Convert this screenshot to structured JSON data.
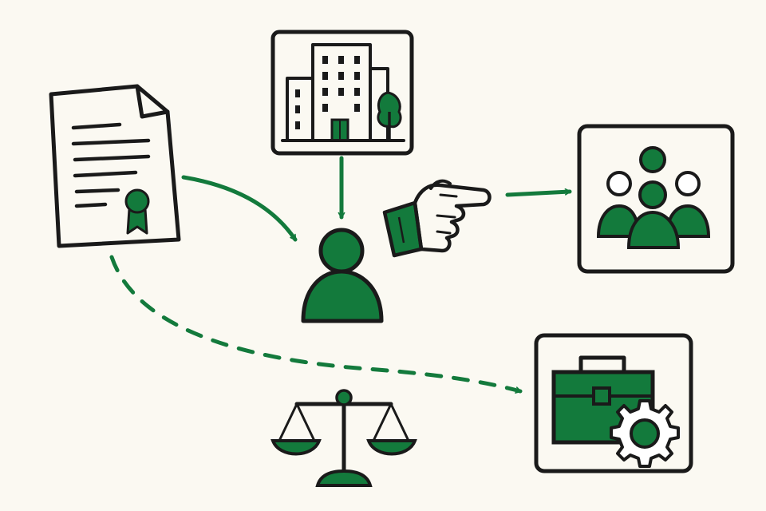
{
  "diagram": {
    "nodes": [
      {
        "id": "certificate",
        "icon": "certificate-document-icon"
      },
      {
        "id": "company",
        "icon": "office-building-icon"
      },
      {
        "id": "person",
        "icon": "person-icon"
      },
      {
        "id": "pointing-hand",
        "icon": "pointing-hand-icon"
      },
      {
        "id": "team",
        "icon": "team-group-icon"
      },
      {
        "id": "scales",
        "icon": "scales-of-justice-icon"
      },
      {
        "id": "toolkit",
        "icon": "toolbox-gear-icon"
      }
    ],
    "edges": [
      {
        "from": "certificate",
        "to": "person",
        "style": "solid"
      },
      {
        "from": "company",
        "to": "person",
        "style": "solid"
      },
      {
        "from": "pointing-hand",
        "to": "team",
        "style": "solid"
      },
      {
        "from": "certificate",
        "to": "toolkit",
        "style": "dashed"
      }
    ]
  },
  "colors": {
    "accent": "#137a3c",
    "ink": "#1a1a1a",
    "background": "#fbf9f2",
    "paper": "#ffffff"
  }
}
